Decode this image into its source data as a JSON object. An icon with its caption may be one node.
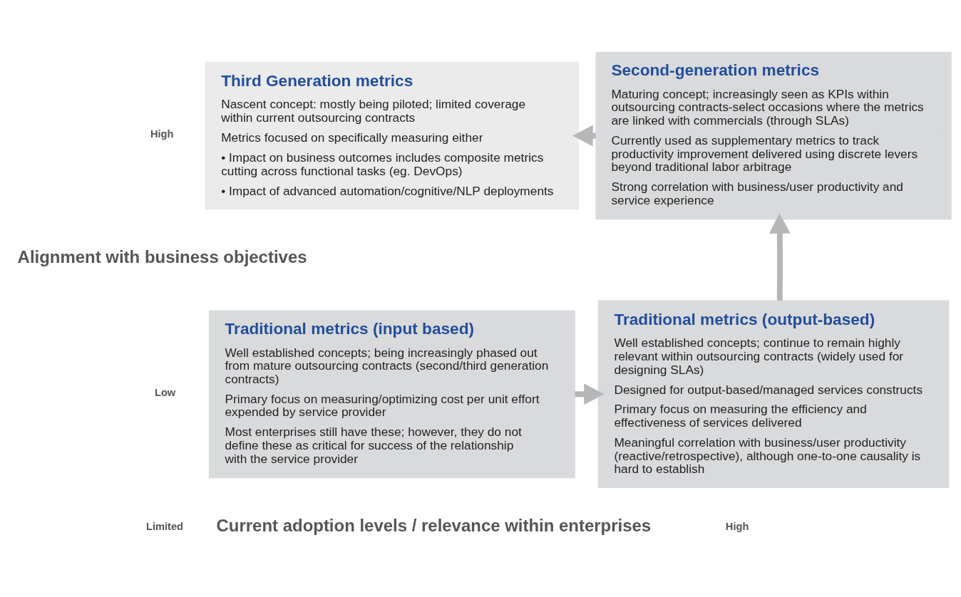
{
  "diagram": {
    "nodes": [
      {
        "text": [
          "Third Generation metrics",
          "Nascent concept: mostly being piloted; limited coverage within current outsourcing contracts",
          "Metrics focused on specifically measuring either",
          "• Impact on business outcomes includes composite metrics cutting across functional tasks (eg. DevOps)",
          "• Impact of advanced automation/cognitive/NLP deployments"
        ]
      },
      {
        "text": [
          "Second-generation metrics",
          "Maturing concept; increasingly seen as KPIs within outsourcing contracts-select occasions where the metrics are linked with commercials (through SLAs)",
          "Currently used as supplementary metrics to track productivity improvement delivered using discrete levers beyond traditional labor arbitrage",
          "Strong correlation with business/user productivity and service experience"
        ]
      },
      {
        "text": [
          "Traditional metrics (input based)",
          "Well established concepts; being increasingly phased out from mature outsourcing contracts (second/third generation contracts)",
          "Primary focus on measuring/optimizing cost per unit effort expended by service provider",
          "Most enterprises still have these; however, they do not define these as critical for success of the relationship with the service provider"
        ]
      },
      {
        "text": [
          "Traditional metrics (output-based)",
          "Well established concepts; continue to remain highly relevant within outsourcing contracts (widely used for designing SLAs)",
          "Designed for output-based/managed services constructs",
          "Primary focus on measuring the efficiency and effectiveness of services delivered",
          "Meaningful correlation with business/user productivity (reactive/retrospective), although one-to-one causality is hard to establish"
        ]
      }
    ],
    "edges": [
      {
        "from": 2,
        "to": 3,
        "arrow": "to"
      },
      {
        "from": 3,
        "to": 1,
        "arrow": "to"
      },
      {
        "from": 1,
        "to": 0,
        "arrow": "to"
      }
    ],
    "labels": [
      "High",
      "Alignment with business objectives",
      "Low",
      "Limited",
      "Current adoption levels / relevance within enterprises",
      "High"
    ]
  }
}
